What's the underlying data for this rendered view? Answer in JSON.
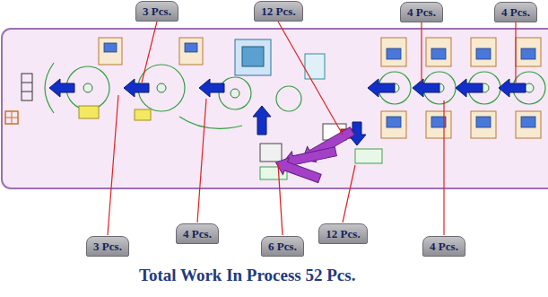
{
  "diagram": {
    "caption": "Total Work In Process 52 Pcs.",
    "nodes": [
      {
        "text": [
          "3 Pcs."
        ]
      },
      {
        "text": [
          "12 Pcs."
        ]
      },
      {
        "text": [
          "4 Pcs."
        ]
      },
      {
        "text": [
          "4 Pcs."
        ]
      },
      {
        "text": [
          "3 Pcs."
        ]
      },
      {
        "text": [
          "4 Pcs."
        ]
      },
      {
        "text": [
          "6 Pcs."
        ]
      },
      {
        "text": [
          "12 Pcs."
        ]
      },
      {
        "text": [
          "4 Pcs."
        ]
      }
    ]
  }
}
